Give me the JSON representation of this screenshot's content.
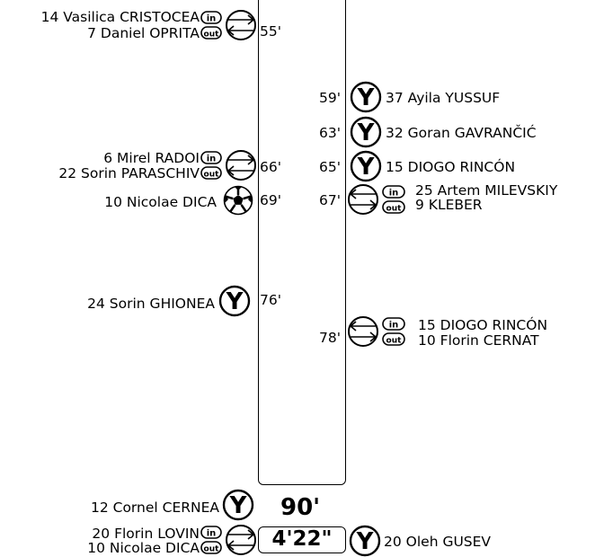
{
  "team_a": {
    "sub_55": {
      "in": "14 Vasilica CRISTOCEA",
      "out": "7 Daniel OPRITA",
      "minute": "55'"
    },
    "sub_66": {
      "in": "6 Mirel RADOI",
      "out": "22 Sorin PARASCHIV",
      "minute": "66'"
    },
    "goal_69": {
      "player": "10 Nicolae DICA",
      "minute": "69'"
    },
    "yellow_76": {
      "player": "24 Sorin GHIONEA",
      "minute": "76'"
    },
    "yellow_90": {
      "player": "12 Cornel CERNEA"
    },
    "sub_90": {
      "in": "20 Florin LOVIN",
      "out": "10 Nicolae DICA"
    }
  },
  "team_b": {
    "yellow_59": {
      "player": "37 Ayila YUSSUF",
      "minute": "59'"
    },
    "yellow_63": {
      "player": "32 Goran GAVRANČIĆ",
      "minute": "63'"
    },
    "yellow_65": {
      "player": "15  DIOGO RINCÓN",
      "minute": "65'"
    },
    "sub_67": {
      "in": "25 Artem MILEVSKIY",
      "out": "9  KLEBER",
      "minute": "67'"
    },
    "sub_78": {
      "in": "15  DIOGO RINCÓN",
      "out": "10 Florin CERNAT",
      "minute": "78'"
    },
    "yellow_90": {
      "player": "20 Oleh GUSEV"
    }
  },
  "full_time": {
    "minute": "90'",
    "stoppage": "4'22\""
  },
  "labels": {
    "in": "in",
    "out": "out",
    "yellow": "Y"
  },
  "icons": {
    "substitution": "substitution-arrows-icon",
    "yellow_card": "yellow-card-icon",
    "goal": "soccer-ball-icon"
  }
}
